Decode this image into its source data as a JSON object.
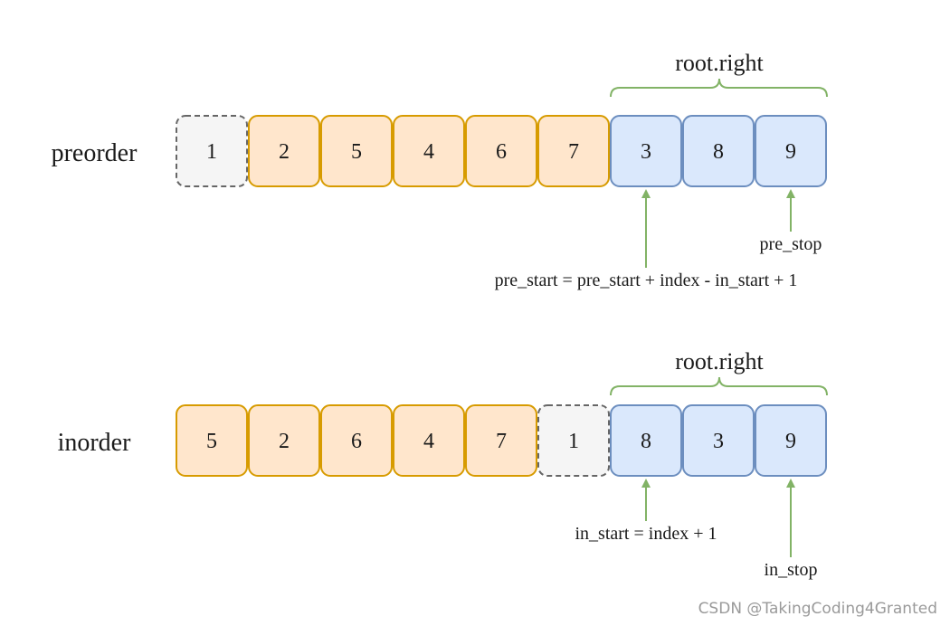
{
  "colors": {
    "root_fill": "#f5f5f5",
    "root_stroke": "#666666",
    "left_fill": "#ffe6cc",
    "left_stroke": "#d79b00",
    "right_fill": "#dae8fc",
    "right_stroke": "#6c8ebf",
    "arrow": "#82b366"
  },
  "rows": [
    {
      "label": "preorder",
      "cells": [
        {
          "value": "1",
          "kind": "root"
        },
        {
          "value": "2",
          "kind": "left"
        },
        {
          "value": "5",
          "kind": "left"
        },
        {
          "value": "4",
          "kind": "left"
        },
        {
          "value": "6",
          "kind": "left"
        },
        {
          "value": "7",
          "kind": "left"
        },
        {
          "value": "3",
          "kind": "right"
        },
        {
          "value": "8",
          "kind": "right"
        },
        {
          "value": "9",
          "kind": "right"
        }
      ],
      "brace_label": "root.right",
      "start_label": "pre_start = pre_start + index - in_start + 1",
      "stop_label": "pre_stop"
    },
    {
      "label": "inorder",
      "cells": [
        {
          "value": "5",
          "kind": "left"
        },
        {
          "value": "2",
          "kind": "left"
        },
        {
          "value": "6",
          "kind": "left"
        },
        {
          "value": "4",
          "kind": "left"
        },
        {
          "value": "7",
          "kind": "left"
        },
        {
          "value": "1",
          "kind": "root"
        },
        {
          "value": "8",
          "kind": "right"
        },
        {
          "value": "3",
          "kind": "right"
        },
        {
          "value": "9",
          "kind": "right"
        }
      ],
      "brace_label": "root.right",
      "start_label": "in_start = index + 1",
      "stop_label": "in_stop"
    }
  ],
  "watermark": "CSDN @TakingCoding4Granted"
}
